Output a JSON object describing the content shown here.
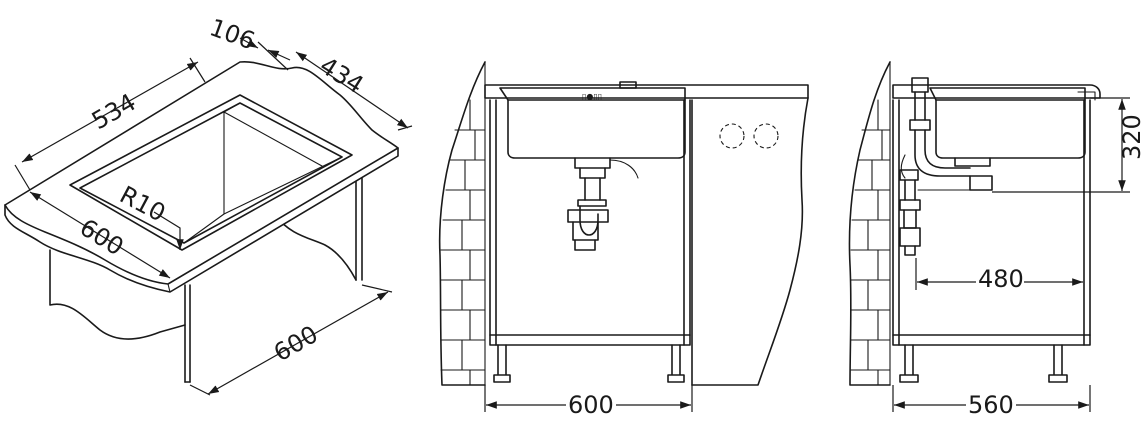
{
  "isometric_view": {
    "dim_overall_width": "534",
    "dim_overall_depth": "600",
    "dim_back_gap": "106",
    "dim_bowl_width": "434",
    "dim_corner_radius": "R10",
    "dim_cabinet_width": "600"
  },
  "front_view": {
    "dim_cabinet_width": "600"
  },
  "side_view": {
    "dim_bowl_depth": "320",
    "dim_drain_offset": "480",
    "dim_cabinet_depth": "560"
  },
  "colors": {
    "line": "#1a1a1a",
    "background": "#ffffff"
  }
}
